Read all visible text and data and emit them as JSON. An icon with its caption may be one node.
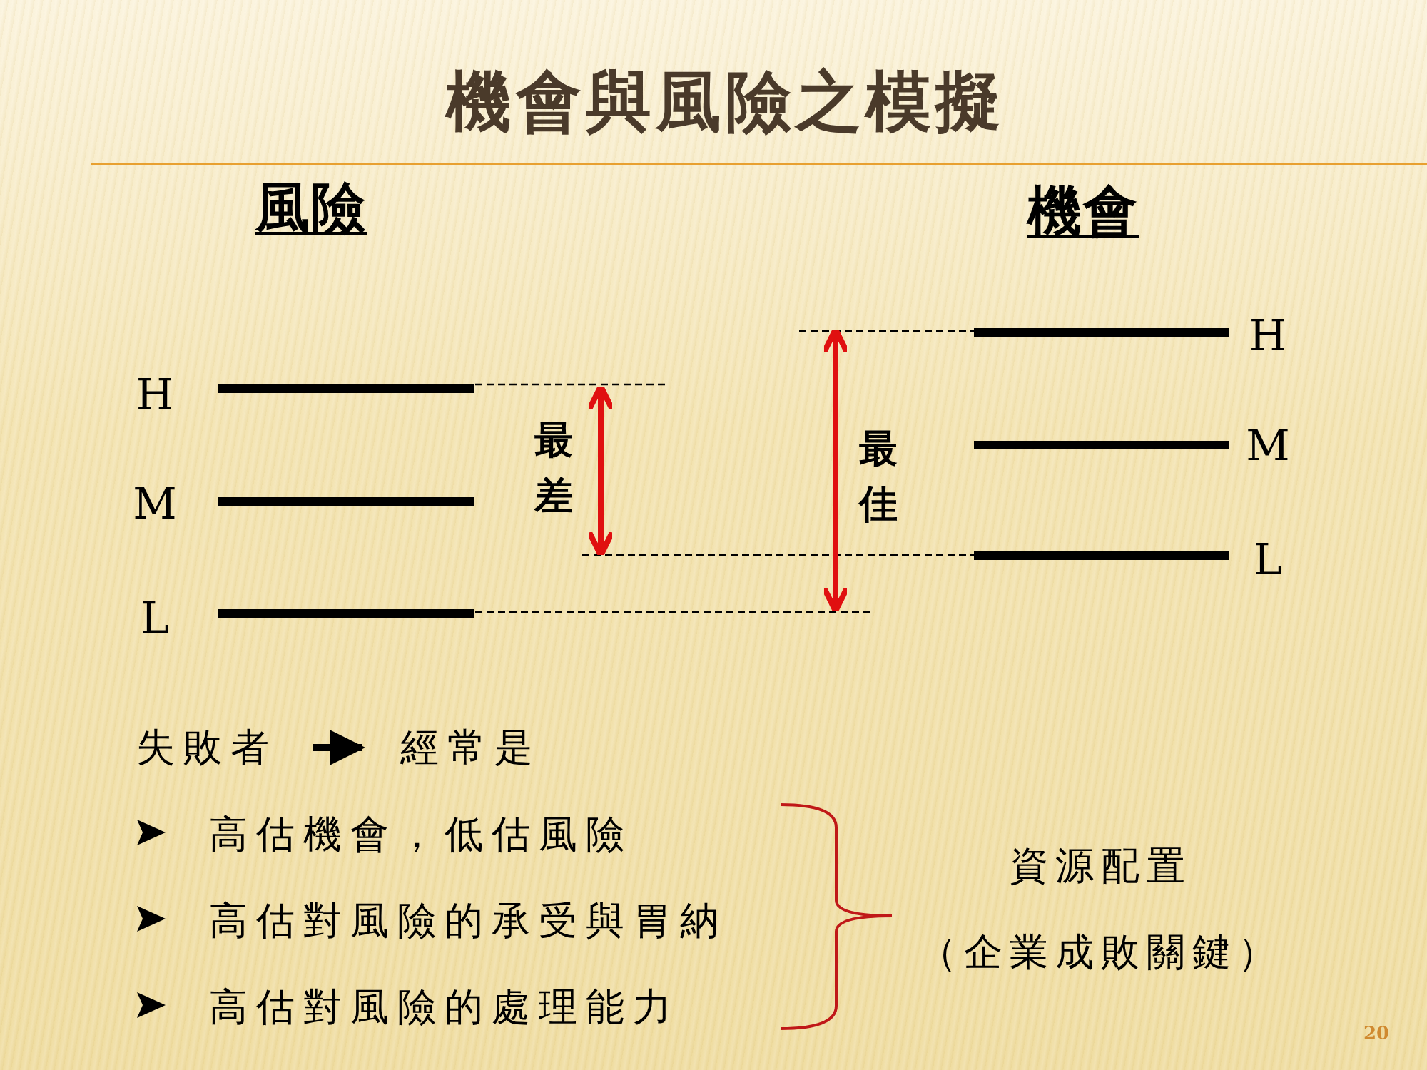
{
  "diagram": {
    "title": "機會與風險之模擬",
    "nodes": [
      {
        "text": [
          "失敗者"
        ]
      },
      {
        "text": [
          "經常是"
        ]
      }
    ],
    "edges": [
      {
        "from": 0,
        "to": 1,
        "arrow": "to"
      }
    ],
    "labels": [
      "風險",
      "機會",
      "H",
      "M",
      "L",
      "最差",
      "最佳",
      "H",
      "M",
      "L",
      "高估機會，低估風險",
      "高估對風險的承受與胃納",
      "高估對風險的處理能力",
      "資源配置",
      "（企業成敗關鍵）",
      "20"
    ]
  }
}
